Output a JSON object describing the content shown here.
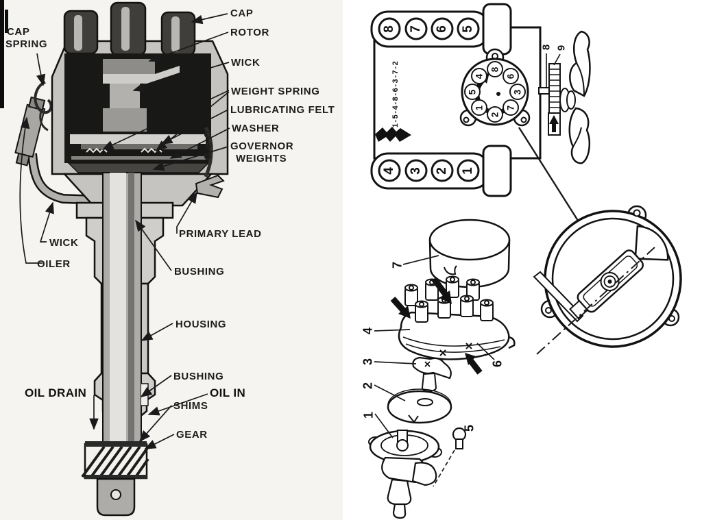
{
  "document_type": "distributor service diagram",
  "colors": {
    "paper": "#ffffff",
    "left_panel_tint": "#f5f4f1",
    "ink": "#1a1a1a",
    "label_text": "#1d1d1b",
    "metal_light": "#e4e2de",
    "metal_mid": "#c6c4c0",
    "metal_dark": "#403e3a",
    "interior_black": "#181816"
  },
  "sectional": {
    "labels": {
      "cap_spring_line1": "CAP",
      "cap_spring_line2": "SPRING",
      "cap": "CAP",
      "rotor": "ROTOR",
      "wick_top": "WICK",
      "weight_spring": "WEIGHT SPRING",
      "lubricating_felt": "LUBRICATING FELT",
      "washer": "WASHER",
      "governor_line1": "GOVERNOR",
      "governor_line2": "WEIGHTS",
      "primary_lead": "PRIMARY LEAD",
      "wick_left": "WICK",
      "oiler": "OILER",
      "bushing_upper": "BUSHING",
      "housing": "HOUSING",
      "bushing_lower": "BUSHING",
      "oil_drain": "OIL DRAIN",
      "oil_in": "OIL IN",
      "shims": "SHIMS",
      "gear": "GEAR"
    }
  },
  "firing_diagram": {
    "top_bank": [
      "8",
      "7",
      "6",
      "5"
    ],
    "bottom_bank": [
      "4",
      "3",
      "2",
      "1"
    ],
    "firing_order": "1-5-4-8-6-3-7-2",
    "cap_terminals": [
      "8",
      "6",
      "3",
      "7",
      "2",
      "1",
      "5",
      "4"
    ],
    "rotation_direction": "clockwise",
    "timing_labels": {
      "pointer": "8",
      "scale": "9"
    }
  },
  "exploded_view": {
    "parts": {
      "dust_cover": "7",
      "cap": "4",
      "latch": "6",
      "rotor": "3",
      "shield": "2",
      "body": "1",
      "bolt": "5"
    }
  }
}
